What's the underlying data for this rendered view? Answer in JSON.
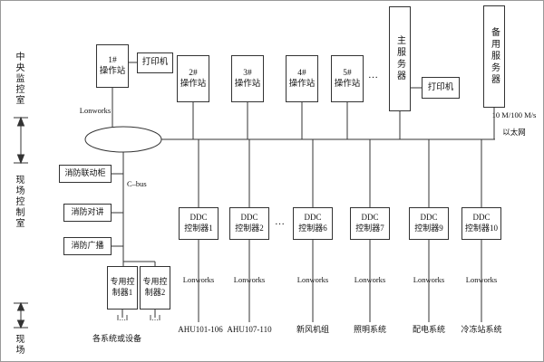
{
  "sidebar": {
    "central_room": "中央监控室",
    "control_room": "现场控制室",
    "site": "现场"
  },
  "top_row": {
    "station1": "1#\n操作站",
    "printer_left": "打印机",
    "station2": "2#\n操作站",
    "station3": "3#\n操作站",
    "station4": "4#\n操作站",
    "station5": "5#\n操作站",
    "ellipsis": "…",
    "main_server": "主服务器",
    "printer_right": "打印机",
    "backup_server": "备用服务器"
  },
  "network": {
    "lonworks_top": "Lonworks",
    "ethernet_line1": "10 M/100 M/s",
    "ethernet_line2": "以太网",
    "cbus": "C–bus"
  },
  "fire_boxes": [
    {
      "label": "消防联动柜"
    },
    {
      "label": "消防对讲"
    },
    {
      "label": "消防广播"
    }
  ],
  "dedicated_controllers": [
    {
      "label": "专用控制器1"
    },
    {
      "label": "专用控制器2"
    }
  ],
  "hatch_symbol": "‖…‖",
  "systems_caption": "各系统或设备",
  "ddc_row": {
    "ellipsis": "…",
    "controllers": [
      {
        "label": "DDC\n控制器1",
        "bus": "Lonworks",
        "system": "AHU101-106"
      },
      {
        "label": "DDC\n控制器2",
        "bus": "Lonworks",
        "system": "AHU107-110"
      },
      {
        "label": "DDC\n控制器6",
        "bus": "Lonworks",
        "system": "新风机组"
      },
      {
        "label": "DDC\n控制器7",
        "bus": "Lonworks",
        "system": "照明系统"
      },
      {
        "label": "DDC\n控制器9",
        "bus": "Lonworks",
        "system": "配电系统"
      },
      {
        "label": "DDC\n控制器10",
        "bus": "Lonworks",
        "system": "冷冻站系统"
      }
    ]
  }
}
